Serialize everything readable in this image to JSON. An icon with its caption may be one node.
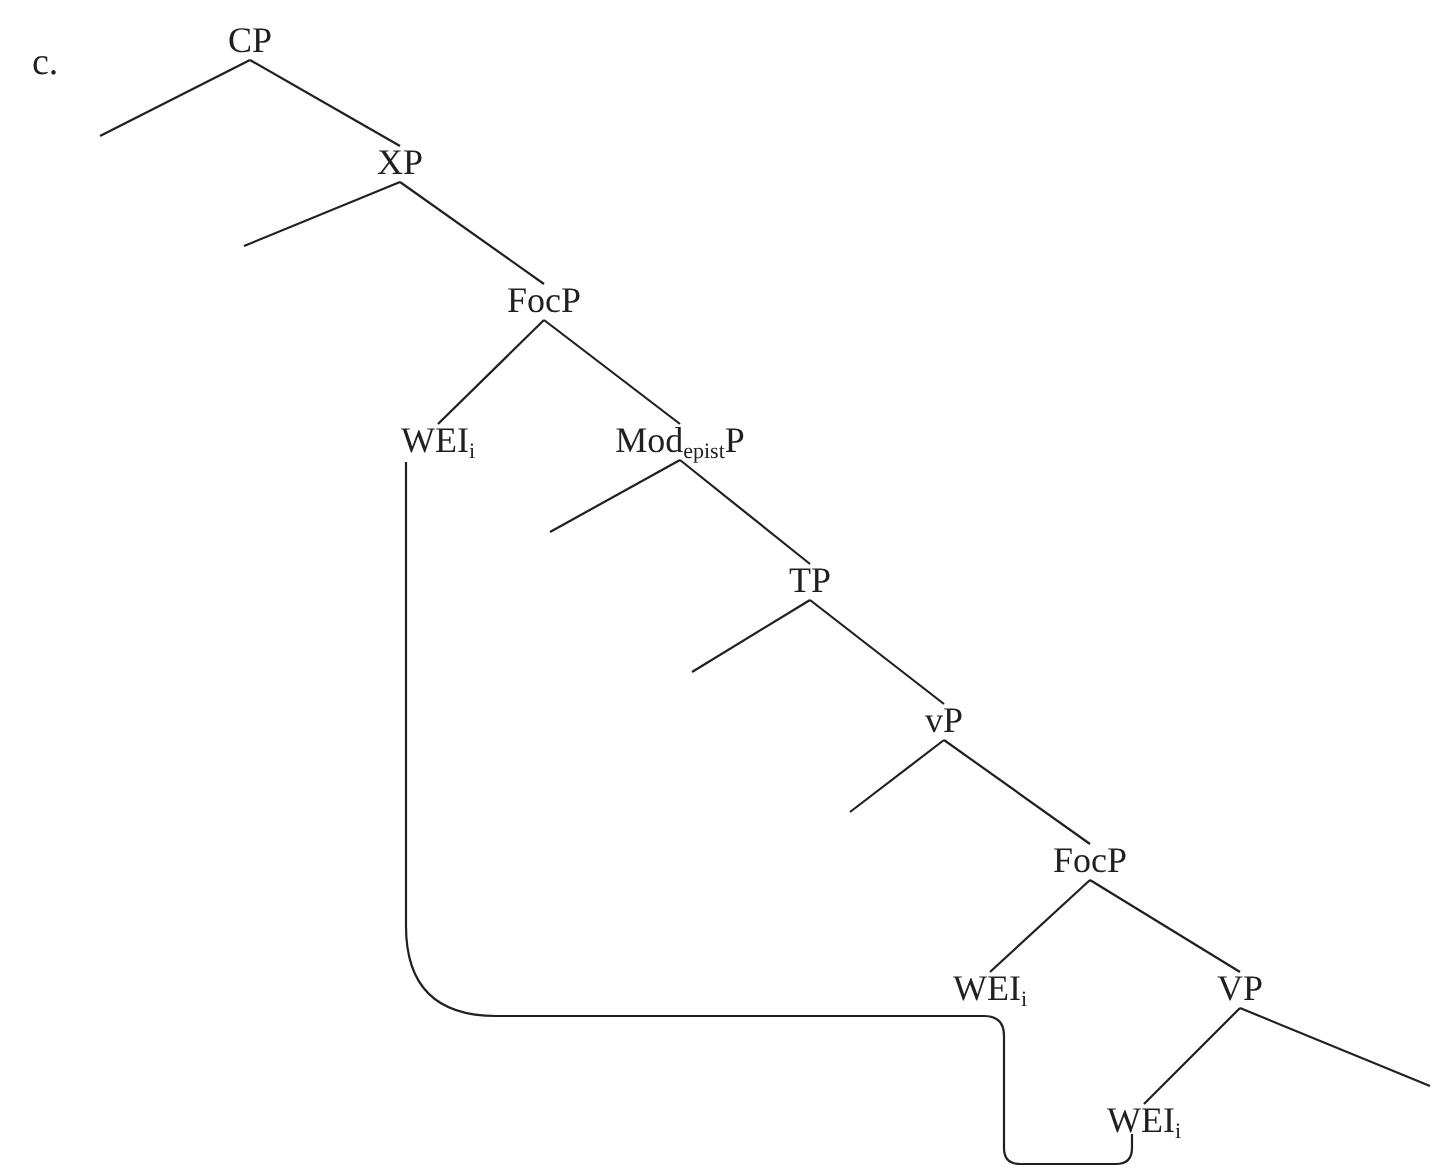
{
  "diagram": {
    "nodes": [
      {
        "text": [
          "CP"
        ]
      },
      {
        "text": [
          "XP"
        ]
      },
      {
        "text": [
          "FocP"
        ]
      },
      {
        "text": [
          "WEI$_{i}$"
        ]
      },
      {
        "text": [
          "Mod$_{epist}$P"
        ]
      },
      {
        "text": [
          "TP"
        ]
      },
      {
        "text": [
          "vP"
        ]
      },
      {
        "text": [
          "FocP"
        ]
      },
      {
        "text": [
          "WEI$_{i}$"
        ]
      },
      {
        "text": [
          "VP"
        ]
      },
      {
        "text": [
          "WEI$_{i}$"
        ]
      }
    ],
    "edges": [
      {
        "from": 0,
        "to": null,
        "arrow": "none"
      },
      {
        "from": 0,
        "to": 1,
        "arrow": "none"
      },
      {
        "from": 1,
        "to": null,
        "arrow": "none"
      },
      {
        "from": 1,
        "to": 2,
        "arrow": "none"
      },
      {
        "from": 2,
        "to": 3,
        "arrow": "none"
      },
      {
        "from": 2,
        "to": 4,
        "arrow": "none"
      },
      {
        "from": 4,
        "to": null,
        "arrow": "none"
      },
      {
        "from": 4,
        "to": 5,
        "arrow": "none"
      },
      {
        "from": 5,
        "to": null,
        "arrow": "none"
      },
      {
        "from": 5,
        "to": 6,
        "arrow": "none"
      },
      {
        "from": 6,
        "to": null,
        "arrow": "none"
      },
      {
        "from": 6,
        "to": 7,
        "arrow": "none"
      },
      {
        "from": 7,
        "to": 8,
        "arrow": "none"
      },
      {
        "from": 7,
        "to": 9,
        "arrow": "none"
      },
      {
        "from": 9,
        "to": 10,
        "arrow": "none"
      },
      {
        "from": 9,
        "to": null,
        "arrow": "none"
      },
      {
        "from": 10,
        "to": 3,
        "arrow": "none"
      }
    ],
    "labels": [
      "c."
    ]
  }
}
